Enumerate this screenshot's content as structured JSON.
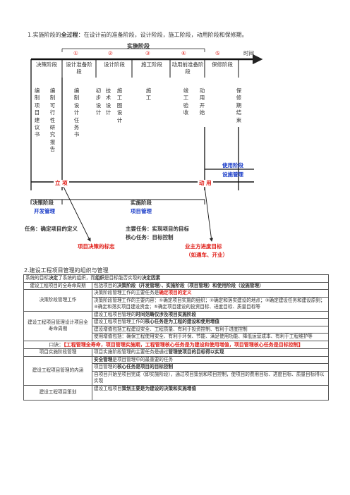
{
  "section1": {
    "heading_pre": "1.实施阶段的",
    "heading_bold": "全过程",
    "heading_post": "：在设计前的准备阶段，设计阶段，施工阶段，动用阶段和保修期。",
    "implementation_label": "实施阶段",
    "markers": [
      "①",
      "②",
      "③",
      "④",
      "⑤"
    ],
    "time_label": "时间",
    "phases": [
      "决策阶段",
      "设计准备阶段",
      "设计阶段",
      "施工阶段",
      "动用前准备阶段",
      "保修阶段"
    ],
    "columns": [
      "编制项目建议书",
      "编制可行性研究报告",
      "编制设计任务书",
      "初步设计",
      "技术设计",
      "施工图设计",
      "施工",
      "竣工验收",
      "动用开始",
      "保修期结束"
    ],
    "use_phase": "使用阶段",
    "facility_mgmt": "设施管理",
    "project_start": "立 项",
    "commissioning": "动 用",
    "decision_phase": "决策阶段",
    "dev_mgmt": "开发管理",
    "impl_phase": "实施阶段",
    "proj_mgmt": "项目管理",
    "task_def": "任务：确定项目的定义",
    "main_task": "主要任务：实现项目的目标",
    "core_task": "核心任务：目标控制",
    "decision_mark": "项目决策的标志",
    "progress_goal": "业主方进度目标",
    "progress_goal_sub": "（如通车、开业）"
  },
  "section2": {
    "heading": "2.建设工程项目管理的组织与管理",
    "row1_pre": "系统的目标",
    "row1_b1": "决定",
    "row1_mid": "了系统的组织，而",
    "row1_b2": "组织",
    "row1_mid2": "是目标能否实现的",
    "row1_b3": "决定因素",
    "row2_label": "建设工程项目的全寿命周期",
    "row2_pre": "包括项目的",
    "row2_bold": "决策阶段（开发管理）、实施阶段（项目管理）和使用阶段（设施管理）",
    "row3_label": "决策阶段管理工作",
    "row3_pre": "决策阶段管理工作的主要任务是",
    "row3_red": "确定项目的定义",
    "row4_text": "决策阶段管理工作的主要内容：①确定项目实施的组织；②确定和落实建设的地点；③确定建设任务和建设原则；④确定和落实项目建设资金；⑤确定项目建设的投资目标、进度目标、质量目标等",
    "row5_label": "建设工程项目管理设计项目全寿命周期",
    "row5_pre": "建设工程项目管理的",
    "row5_bold": "时间范畴仅涉及项目实施阶段",
    "row6_pre": "建设工程项目管理工作的",
    "row6_bold": "核心任务是为工程的建设和使用增值",
    "row7_text": "建设增值包括工程建设安全、工程质量、有利于投资控制、有利于进度控制",
    "row8_text": "使用增值包括：确保工程使用安全、有利于环保、节能、满足使用功能、降低运营成本、有利于工程维护等",
    "mnemonic_pre": "口诀：",
    "mnemonic": "【工程管理全寿命，项目管理实施期，工程管理核心任务是为建设和使用增值，项目管理核心任务是目标控制】",
    "row10_label": "项目实施阶段管理",
    "row10_pre": "项目实施阶段管理的主要任务是通过",
    "row10_bold": "管理使项目的目标得以实现",
    "row11_bold": "安全管理",
    "row11_post": "是项目管理中的最重要的任务",
    "row12_pre": "项目管理的",
    "row12_bold": "核心任务是项目的目标控制",
    "row13_label": "建设工程项目管理的内涵",
    "row13_text": "自项目开始至项目完成（即实施阶段），通过项目策划和项目控制，使项目的费用目标、进度目标、质量目标得以实现",
    "row14_label": "建设工程项目策划",
    "row14_pre": "建设工程项目",
    "row14_bold": "策划主要是为建设的决策和实施增值"
  }
}
